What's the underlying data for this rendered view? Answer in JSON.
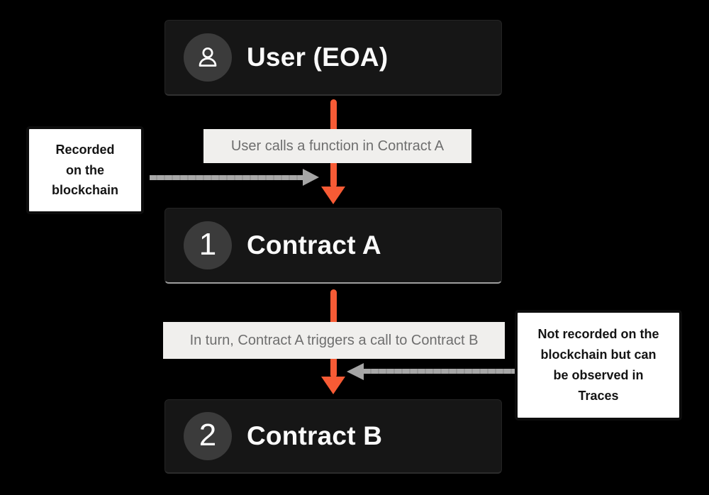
{
  "diagram": {
    "background_color": "#000000",
    "accent_color": "#f75b35",
    "node_color": "#161616",
    "arrow_gray_color": "#a5a5a5",
    "nodes": [
      {
        "title": "User (EOA)",
        "badge_icon": "user-icon"
      },
      {
        "title": "Contract A",
        "badge_number": "1"
      },
      {
        "title": "Contract B",
        "badge_number": "2"
      }
    ],
    "edge_labels": [
      {
        "text": "User calls a function in Contract A"
      },
      {
        "text": "In turn, Contract A triggers a call to Contract B"
      }
    ],
    "annotations": [
      {
        "side": "left",
        "text": "Recorded\non the\nblockchain"
      },
      {
        "side": "right",
        "text": "Not recorded on the\nblockchain but can\nbe observed in\nTraces"
      }
    ]
  }
}
